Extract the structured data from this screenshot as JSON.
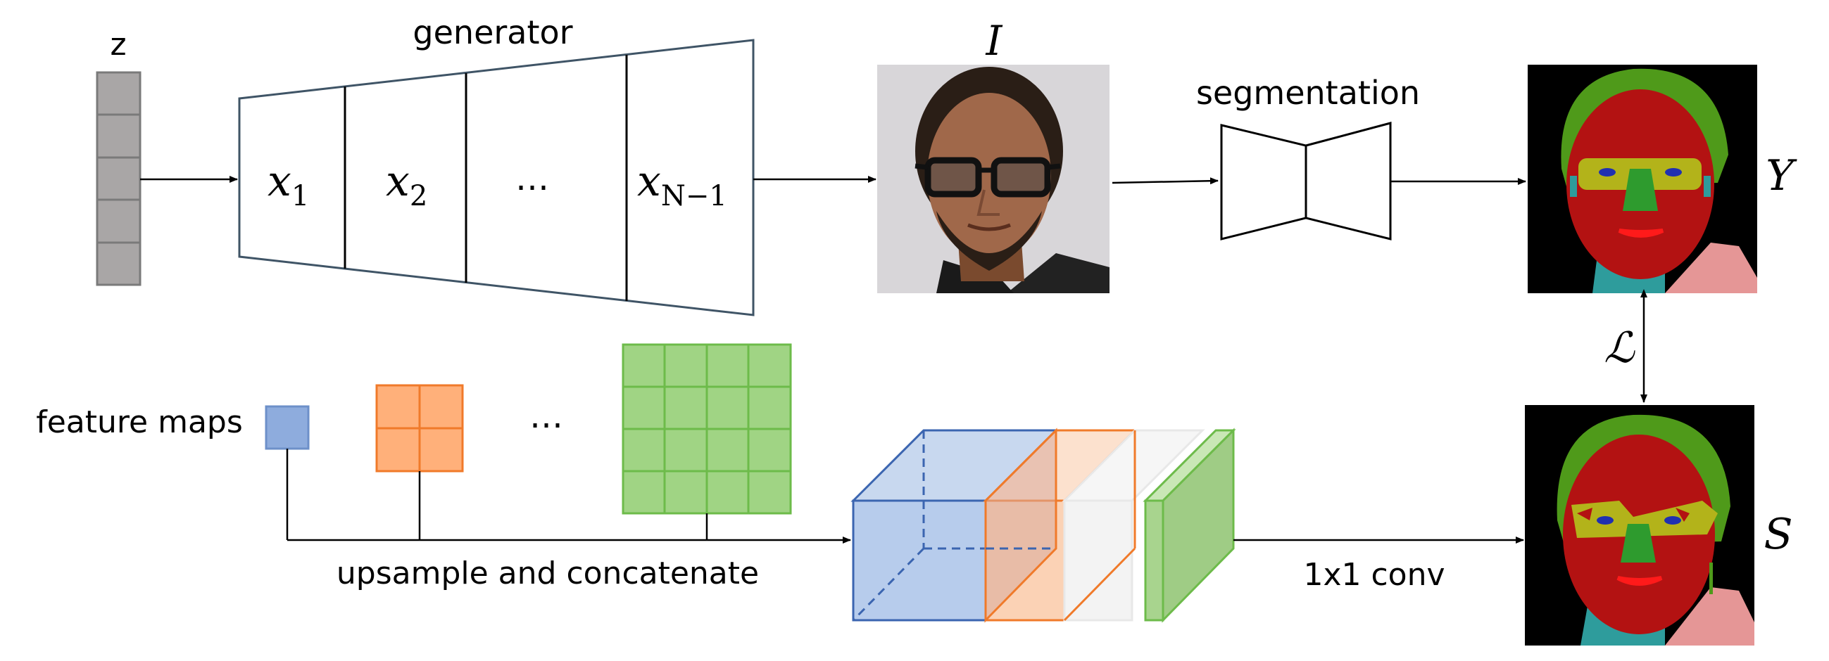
{
  "labels": {
    "z": "z",
    "generator": "generator",
    "x1": "x",
    "x1_sub": "1",
    "x2": "x",
    "x2_sub": "2",
    "ellipsis_top": "…",
    "xn": "x",
    "xn_sub": "N−1",
    "image_label": "I",
    "segmentation": "segmentation",
    "y_label": "Y",
    "loss_label": "ℒ",
    "s_label": "S",
    "feature_maps": "feature maps",
    "ellipsis_bottom": "…",
    "upsample_concat": "upsample and concatenate",
    "conv": "1x1 conv"
  },
  "colors": {
    "blue_fill": "#8EACDD",
    "blue_stroke": "#6D90C9",
    "orange_fill": "#FFB07A",
    "orange_stroke": "#F07A2A",
    "green_fill": "#A0D484",
    "green_stroke": "#6DBB4A",
    "latent_fill": "#A9A6A6",
    "generator_stroke": "#3F5466",
    "seg_hair": "#4F9A1A",
    "seg_face": "#B31212",
    "seg_glasses": "#B3B31A",
    "seg_nose": "#2E9B2E",
    "seg_neck": "#2E9C9C",
    "seg_cloth": "#E59696"
  },
  "icons": {
    "face_photo": "portrait-photo-icon",
    "seg_map": "segmentation-map-icon"
  }
}
